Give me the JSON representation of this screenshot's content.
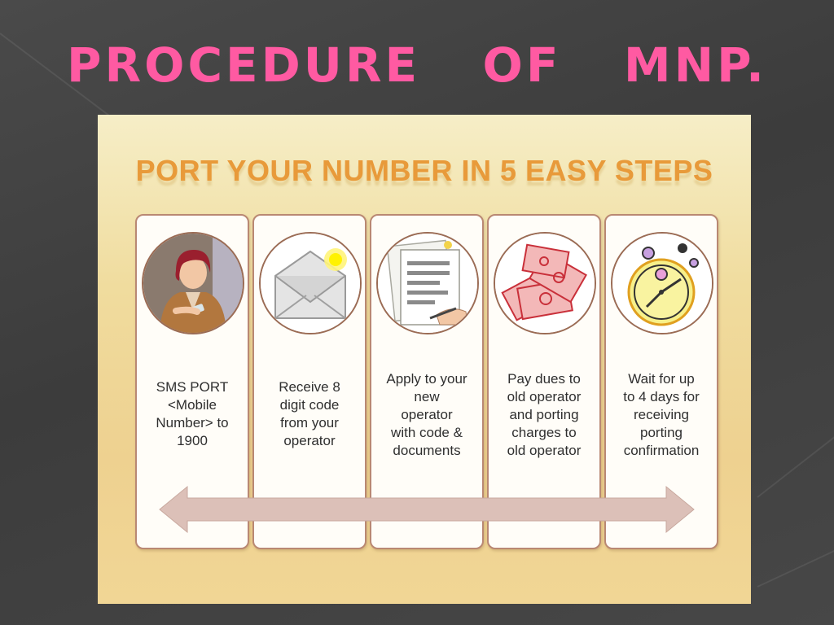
{
  "slide": {
    "title": "PROCEDURE  OF  MNP."
  },
  "panel": {
    "heading": "PORT YOUR NUMBER IN 5 EASY STEPS",
    "steps": [
      {
        "icon": "woman-texting-icon",
        "text": "SMS PORT\n<Mobile\nNumber> to\n1900"
      },
      {
        "icon": "envelope-icon",
        "text": "Receive 8\ndigit code\nfrom your\noperator"
      },
      {
        "icon": "document-signing-icon",
        "text": "Apply to your\nnew\noperator\nwith code &\ndocuments"
      },
      {
        "icon": "money-icon",
        "text": "Pay dues to\nold operator\nand porting\ncharges to\nold operator"
      },
      {
        "icon": "stopwatch-icon",
        "text": "Wait for up\nto 4 days for\nreceiving\nporting\nconfirmation"
      }
    ]
  }
}
